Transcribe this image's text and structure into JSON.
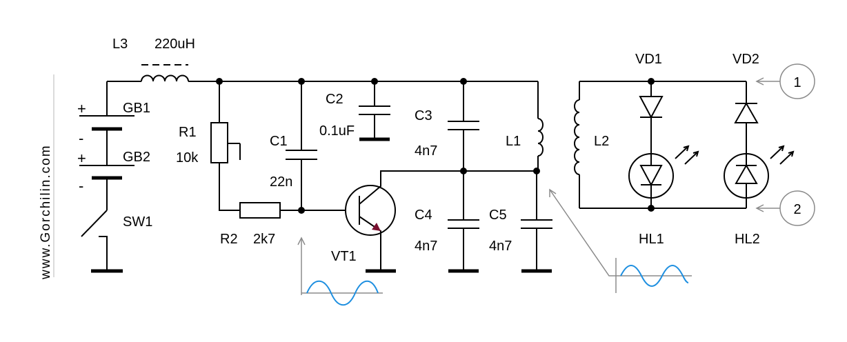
{
  "watermark": "www.Gorchilin.com",
  "labels": {
    "L3": "L3",
    "L3_val": "220uH",
    "GB1": "GB1",
    "GB2": "GB2",
    "SW1": "SW1",
    "gb1_plus": "+",
    "gb1_minus": "-",
    "gb2_plus": "+",
    "gb2_minus": "-",
    "R1": "R1",
    "R1_val": "10k",
    "R2": "R2",
    "R2_val": "2k7",
    "C1": "C1",
    "C1_val": "22n",
    "C2": "C2",
    "C2_val": "0.1uF",
    "C3": "C3",
    "C3_val": "4n7",
    "C4": "C4",
    "C4_val": "4n7",
    "C5": "C5",
    "C5_val": "4n7",
    "VT1": "VT1",
    "L1": "L1",
    "L2": "L2",
    "VD1": "VD1",
    "VD2": "VD2",
    "HL1": "HL1",
    "HL2": "HL2"
  },
  "markers": {
    "m1": "1",
    "m2": "2"
  },
  "colors": {
    "wire": "#000000",
    "annotation": "#8a8a8a",
    "waveform": "#1e8fe0"
  }
}
